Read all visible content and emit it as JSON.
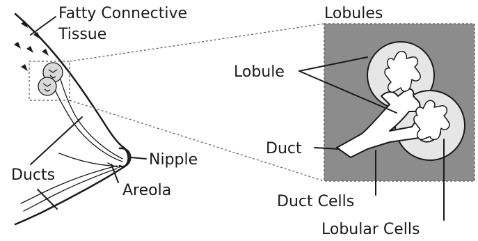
{
  "labels": {
    "fatty_connective_tissue_line1": "Fatty Connective",
    "fatty_connective_tissue_line2": "Tissue",
    "lobules": "Lobules",
    "lobule": "Lobule",
    "duct": "Duct",
    "duct_cells": "Duct Cells",
    "lobular_cells": "Lobular Cells",
    "nipple": "Nipple",
    "areola": "Areola",
    "ducts": "Ducts"
  },
  "colors": {
    "line": "#1a1a1a",
    "inset_background": "#8c8c8c",
    "lobule_fill": "#e6e6e6",
    "duct_fill": "#ffffff"
  }
}
